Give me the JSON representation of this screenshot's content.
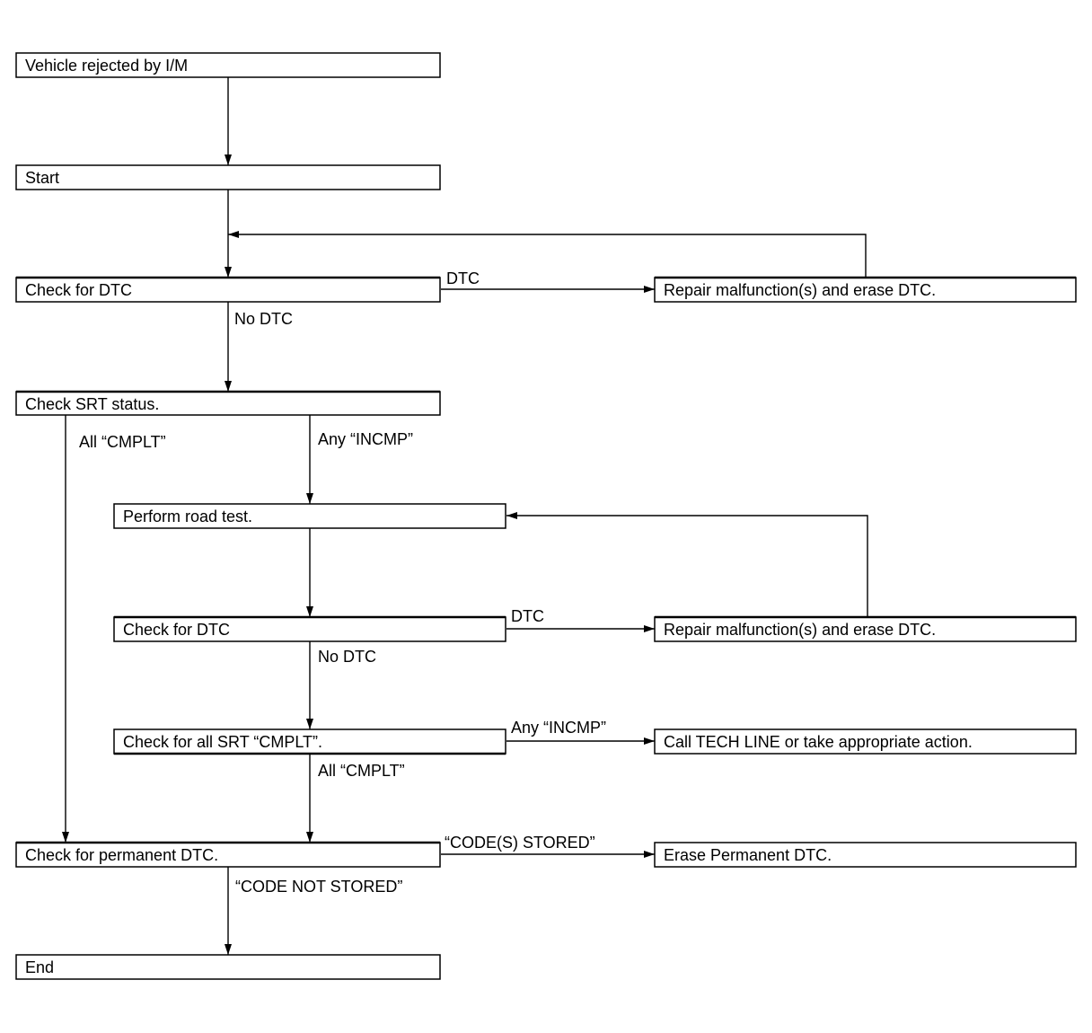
{
  "boxes": {
    "rejected": "Vehicle rejected by I/M",
    "start": "Start",
    "check_dtc_1": "Check for DTC",
    "repair_1": "Repair malfunction(s) and erase DTC.",
    "check_srt": "Check SRT status.",
    "road_test": "Perform road test.",
    "check_dtc_2": "Check for DTC",
    "repair_2": "Repair malfunction(s) and erase DTC.",
    "check_all_srt": "Check for all SRT “CMPLT”.",
    "call_tech": "Call TECH LINE or take appropriate action.",
    "check_permanent": "Check for permanent DTC.",
    "erase_permanent": "Erase Permanent DTC.",
    "end": "End"
  },
  "edge_labels": {
    "dtc_1": "DTC",
    "no_dtc_1": "No DTC",
    "all_cmplt_1": "All “CMPLT”",
    "any_incmp_1": "Any “INCMP”",
    "dtc_2": "DTC",
    "no_dtc_2": "No DTC",
    "any_incmp_2": "Any “INCMP”",
    "all_cmplt_2": "All “CMPLT”",
    "codes_stored": "“CODE(S) STORED”",
    "code_not_stored": "“CODE NOT STORED”"
  }
}
